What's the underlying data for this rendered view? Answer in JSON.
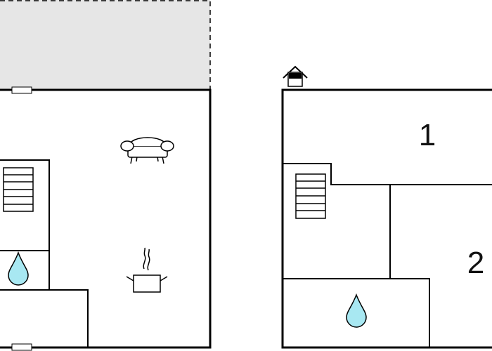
{
  "floor_plan": {
    "rooms": [
      {
        "id": "bedroom-1",
        "label": "1"
      },
      {
        "id": "bedroom-2",
        "label": "2"
      }
    ],
    "icons": {
      "sofa": "sofa-icon",
      "cooking_pot": "cooking-pot-icon",
      "water_drop": "water-drop-icon",
      "stairs": "stairs-icon",
      "house": "house-icon",
      "window": "window-icon"
    },
    "colors": {
      "terrace_fill": "#e6e6e6",
      "water_drop": "#a8e8f2",
      "walls": "#000000"
    }
  }
}
